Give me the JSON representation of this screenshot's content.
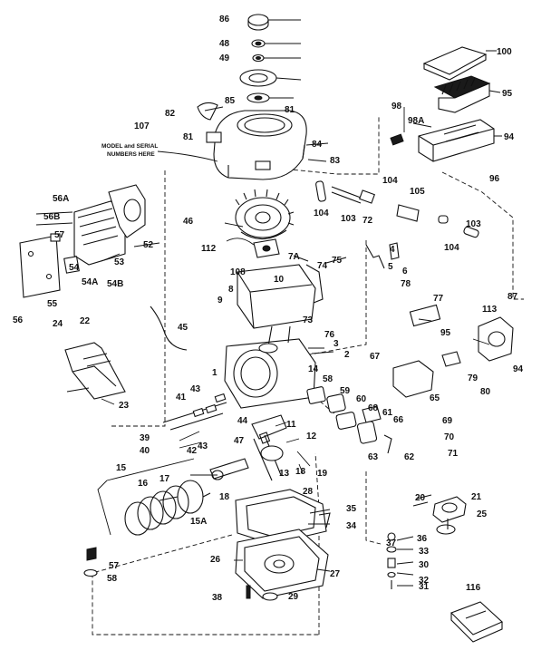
{
  "diagram": {
    "note_lines": [
      "MODEL and SERIAL",
      "NUMBERS HERE"
    ],
    "labels": [
      {
        "text": "86"
      },
      {
        "text": "48"
      },
      {
        "text": "49"
      },
      {
        "text": "85"
      },
      {
        "text": "81"
      },
      {
        "text": "82"
      },
      {
        "text": "107"
      },
      {
        "text": "81"
      },
      {
        "text": "84"
      },
      {
        "text": "83"
      },
      {
        "text": "100"
      },
      {
        "text": "95"
      },
      {
        "text": "98"
      },
      {
        "text": "98A"
      },
      {
        "text": "94"
      },
      {
        "text": "96"
      },
      {
        "text": "104"
      },
      {
        "text": "105"
      },
      {
        "text": "104"
      },
      {
        "text": "103"
      },
      {
        "text": "103"
      },
      {
        "text": "104"
      },
      {
        "text": "72"
      },
      {
        "text": "56A"
      },
      {
        "text": "56B"
      },
      {
        "text": "57"
      },
      {
        "text": "52"
      },
      {
        "text": "46"
      },
      {
        "text": "53"
      },
      {
        "text": "54"
      },
      {
        "text": "54A"
      },
      {
        "text": "54B"
      },
      {
        "text": "55"
      },
      {
        "text": "56"
      },
      {
        "text": "112"
      },
      {
        "text": "7A"
      },
      {
        "text": "74"
      },
      {
        "text": "75"
      },
      {
        "text": "4"
      },
      {
        "text": "5"
      },
      {
        "text": "6"
      },
      {
        "text": "108"
      },
      {
        "text": "10"
      },
      {
        "text": "8"
      },
      {
        "text": "78"
      },
      {
        "text": "77"
      },
      {
        "text": "87"
      },
      {
        "text": "9"
      },
      {
        "text": "73"
      },
      {
        "text": "76"
      },
      {
        "text": "45"
      },
      {
        "text": "113"
      },
      {
        "text": "24"
      },
      {
        "text": "22"
      },
      {
        "text": "3"
      },
      {
        "text": "2"
      },
      {
        "text": "1"
      },
      {
        "text": "95"
      },
      {
        "text": "94"
      },
      {
        "text": "67"
      },
      {
        "text": "14"
      },
      {
        "text": "58"
      },
      {
        "text": "59"
      },
      {
        "text": "60"
      },
      {
        "text": "79"
      },
      {
        "text": "80"
      },
      {
        "text": "65"
      },
      {
        "text": "66"
      },
      {
        "text": "69"
      },
      {
        "text": "61"
      },
      {
        "text": "68"
      },
      {
        "text": "23"
      },
      {
        "text": "41"
      },
      {
        "text": "43"
      },
      {
        "text": "44"
      },
      {
        "text": "11"
      },
      {
        "text": "39"
      },
      {
        "text": "40"
      },
      {
        "text": "42"
      },
      {
        "text": "43"
      },
      {
        "text": "47"
      },
      {
        "text": "12"
      },
      {
        "text": "70"
      },
      {
        "text": "63"
      },
      {
        "text": "62"
      },
      {
        "text": "71"
      },
      {
        "text": "15"
      },
      {
        "text": "16"
      },
      {
        "text": "17"
      },
      {
        "text": "13"
      },
      {
        "text": "18"
      },
      {
        "text": "19"
      },
      {
        "text": "18"
      },
      {
        "text": "28"
      },
      {
        "text": "20"
      },
      {
        "text": "21"
      },
      {
        "text": "15A"
      },
      {
        "text": "35"
      },
      {
        "text": "25"
      },
      {
        "text": "34"
      },
      {
        "text": "36"
      },
      {
        "text": "37"
      },
      {
        "text": "33"
      },
      {
        "text": "26"
      },
      {
        "text": "30"
      },
      {
        "text": "27"
      },
      {
        "text": "32"
      },
      {
        "text": "31"
      },
      {
        "text": "57"
      },
      {
        "text": "58"
      },
      {
        "text": "116"
      },
      {
        "text": "38"
      },
      {
        "text": "29"
      }
    ]
  }
}
